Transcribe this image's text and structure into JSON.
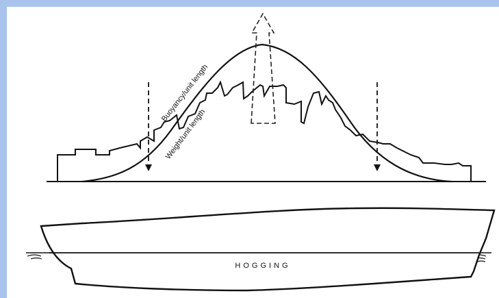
{
  "curve_labels": {
    "buoyancy": "Buoyancy/unit length",
    "weight": "Weight/unit length"
  },
  "hull_label": "HOGGING",
  "colors": {
    "border": "#a9c4ec",
    "ink": "#111111",
    "paper": "#ffffff"
  }
}
